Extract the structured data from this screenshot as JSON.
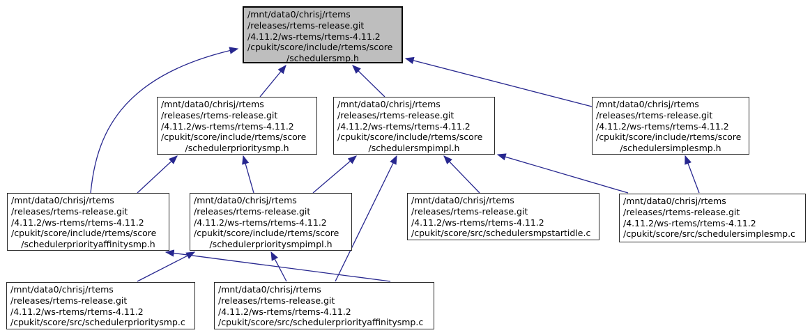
{
  "diagram": {
    "type": "include-dependency-graph",
    "focus_file": "/mnt/data0/chrisj/rtems/releases/rtems-release.git/4.11.2/ws-rtems/rtems-4.11.2/cpukit/score/include/rtems/score/schedulersmp.h",
    "colors": {
      "edge": "#27278f",
      "node_fill": "#ffffff",
      "focus_node_fill": "#bebebe",
      "node_border": "#000000",
      "text": "#000000"
    },
    "nodes": [
      {
        "id": "schedulersmp.h",
        "focus": true,
        "lines": [
          "/mnt/data0/chrisj/rtems",
          "/releases/rtems-release.git",
          "/4.11.2/ws-rtems/rtems-4.11.2",
          "/cpukit/score/include/rtems/score",
          "/schedulersmp.h"
        ]
      },
      {
        "id": "schedulerprioritysmp.h",
        "focus": false,
        "lines": [
          "/mnt/data0/chrisj/rtems",
          "/releases/rtems-release.git",
          "/4.11.2/ws-rtems/rtems-4.11.2",
          "/cpukit/score/include/rtems/score",
          "/schedulerprioritysmp.h"
        ]
      },
      {
        "id": "schedulersmpimpl.h",
        "focus": false,
        "lines": [
          "/mnt/data0/chrisj/rtems",
          "/releases/rtems-release.git",
          "/4.11.2/ws-rtems/rtems-4.11.2",
          "/cpukit/score/include/rtems/score",
          "/schedulersmpimpl.h"
        ]
      },
      {
        "id": "schedulersimplesmp.h",
        "focus": false,
        "lines": [
          "/mnt/data0/chrisj/rtems",
          "/releases/rtems-release.git",
          "/4.11.2/ws-rtems/rtems-4.11.2",
          "/cpukit/score/include/rtems/score",
          "/schedulersimplesmp.h"
        ]
      },
      {
        "id": "schedulerpriorityaffinitysmp.h",
        "focus": false,
        "lines": [
          "/mnt/data0/chrisj/rtems",
          "/releases/rtems-release.git",
          "/4.11.2/ws-rtems/rtems-4.11.2",
          "/cpukit/score/include/rtems/score",
          "/schedulerpriorityaffinitysmp.h"
        ]
      },
      {
        "id": "schedulerprioritysmpimpl.h",
        "focus": false,
        "lines": [
          "/mnt/data0/chrisj/rtems",
          "/releases/rtems-release.git",
          "/4.11.2/ws-rtems/rtems-4.11.2",
          "/cpukit/score/include/rtems/score",
          "/schedulerprioritysmpimpl.h"
        ]
      },
      {
        "id": "schedulersmpstartidle.c",
        "focus": false,
        "lines": [
          "/mnt/data0/chrisj/rtems",
          "/releases/rtems-release.git",
          "/4.11.2/ws-rtems/rtems-4.11.2",
          "/cpukit/score/src/schedulersmpstartidle.c"
        ]
      },
      {
        "id": "schedulersimplesmp.c",
        "focus": false,
        "lines": [
          "/mnt/data0/chrisj/rtems",
          "/releases/rtems-release.git",
          "/4.11.2/ws-rtems/rtems-4.11.2",
          "/cpukit/score/src/schedulersimplesmp.c"
        ]
      },
      {
        "id": "schedulerprioritysmp.c",
        "focus": false,
        "lines": [
          "/mnt/data0/chrisj/rtems",
          "/releases/rtems-release.git",
          "/4.11.2/ws-rtems/rtems-4.11.2",
          "/cpukit/score/src/schedulerprioritysmp.c"
        ]
      },
      {
        "id": "schedulerpriorityaffinitysmp.c",
        "focus": false,
        "lines": [
          "/mnt/data0/chrisj/rtems",
          "/releases/rtems-release.git",
          "/4.11.2/ws-rtems/rtems-4.11.2",
          "/cpukit/score/src/schedulerpriorityaffinitysmp.c"
        ]
      }
    ],
    "edges": [
      {
        "from": "schedulerprioritysmp.h",
        "to": "schedulersmp.h"
      },
      {
        "from": "schedulersmpimpl.h",
        "to": "schedulersmp.h"
      },
      {
        "from": "schedulersimplesmp.h",
        "to": "schedulersmp.h"
      },
      {
        "from": "schedulerpriorityaffinitysmp.h",
        "to": "schedulersmp.h"
      },
      {
        "from": "schedulerpriorityaffinitysmp.h",
        "to": "schedulerprioritysmp.h"
      },
      {
        "from": "schedulerprioritysmpimpl.h",
        "to": "schedulerprioritysmp.h"
      },
      {
        "from": "schedulerprioritysmpimpl.h",
        "to": "schedulersmpimpl.h"
      },
      {
        "from": "schedulerpriorityaffinitysmp.c",
        "to": "schedulersmpimpl.h"
      },
      {
        "from": "schedulersmpstartidle.c",
        "to": "schedulersmpimpl.h"
      },
      {
        "from": "schedulersimplesmp.c",
        "to": "schedulersmpimpl.h"
      },
      {
        "from": "schedulersimplesmp.c",
        "to": "schedulersimplesmp.h"
      },
      {
        "from": "schedulerpriorityaffinitysmp.c",
        "to": "schedulerpriorityaffinitysmp.h"
      },
      {
        "from": "schedulerpriorityaffinitysmp.c",
        "to": "schedulerprioritysmpimpl.h"
      },
      {
        "from": "schedulerprioritysmp.c",
        "to": "schedulerprioritysmpimpl.h"
      }
    ]
  }
}
